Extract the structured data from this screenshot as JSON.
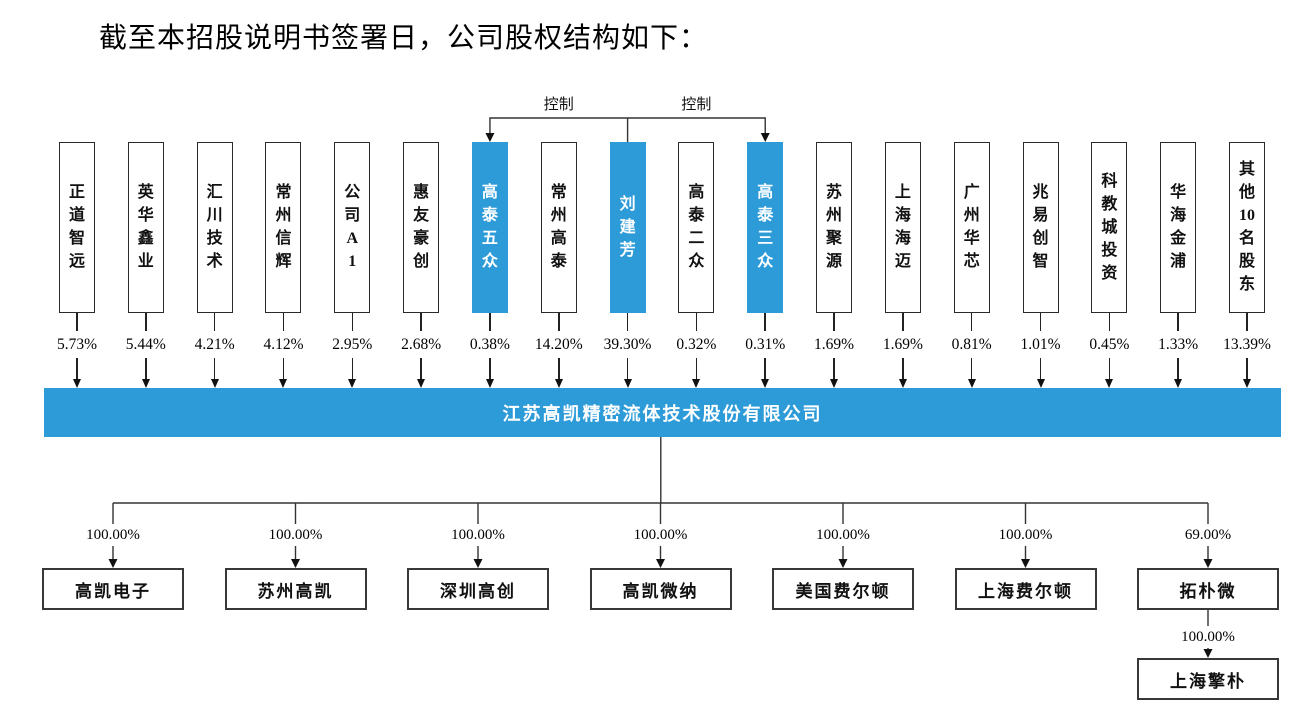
{
  "title": "截至本招股说明书签署日，公司股权结构如下：",
  "control": {
    "label": "控制"
  },
  "company": {
    "name": "江苏高凯精密流体技术股份有限公司"
  },
  "colors": {
    "highlight": "#2E9BD9",
    "line": "#333333"
  },
  "shareholders": [
    {
      "name": "正道智远",
      "lines": [
        "正",
        "道",
        "智",
        "远"
      ],
      "pct": "5.73%",
      "highlighted": false
    },
    {
      "name": "英华鑫业",
      "lines": [
        "英",
        "华",
        "鑫",
        "业"
      ],
      "pct": "5.44%",
      "highlighted": false
    },
    {
      "name": "汇川技术",
      "lines": [
        "汇",
        "川",
        "技",
        "术"
      ],
      "pct": "4.21%",
      "highlighted": false
    },
    {
      "name": "常州信辉",
      "lines": [
        "常",
        "州",
        "信",
        "辉"
      ],
      "pct": "4.12%",
      "highlighted": false
    },
    {
      "name": "公司A1",
      "lines": [
        "公",
        "司",
        "A",
        "1"
      ],
      "pct": "2.95%",
      "highlighted": false
    },
    {
      "name": "惠友豪创",
      "lines": [
        "惠",
        "友",
        "豪",
        "创"
      ],
      "pct": "2.68%",
      "highlighted": false
    },
    {
      "name": "高泰五众",
      "lines": [
        "高",
        "泰",
        "五",
        "众"
      ],
      "pct": "0.38%",
      "highlighted": true
    },
    {
      "name": "常州高泰",
      "lines": [
        "常",
        "州",
        "高",
        "泰"
      ],
      "pct": "14.20%",
      "highlighted": false
    },
    {
      "name": "刘建芳",
      "lines": [
        "刘",
        "建",
        "芳"
      ],
      "pct": "39.30%",
      "highlighted": true
    },
    {
      "name": "高泰二众",
      "lines": [
        "高",
        "泰",
        "二",
        "众"
      ],
      "pct": "0.32%",
      "highlighted": false
    },
    {
      "name": "高泰三众",
      "lines": [
        "高",
        "泰",
        "三",
        "众"
      ],
      "pct": "0.31%",
      "highlighted": true
    },
    {
      "name": "苏州聚源",
      "lines": [
        "苏",
        "州",
        "聚",
        "源"
      ],
      "pct": "1.69%",
      "highlighted": false
    },
    {
      "name": "上海海迈",
      "lines": [
        "上",
        "海",
        "海",
        "迈"
      ],
      "pct": "1.69%",
      "highlighted": false
    },
    {
      "name": "广州华芯",
      "lines": [
        "广",
        "州",
        "华",
        "芯"
      ],
      "pct": "0.81%",
      "highlighted": false
    },
    {
      "name": "兆易创智",
      "lines": [
        "兆",
        "易",
        "创",
        "智"
      ],
      "pct": "1.01%",
      "highlighted": false
    },
    {
      "name": "科教城投资",
      "lines": [
        "科",
        "教",
        "城",
        "投",
        "资"
      ],
      "pct": "0.45%",
      "highlighted": false
    },
    {
      "name": "华海金浦",
      "lines": [
        "华",
        "海",
        "金",
        "浦"
      ],
      "pct": "1.33%",
      "highlighted": false
    },
    {
      "name": "其他10名股东",
      "lines": [
        "其",
        "他",
        "10",
        "名",
        "股",
        "东"
      ],
      "pct": "13.39%",
      "highlighted": false
    }
  ],
  "subsidiaries": [
    {
      "name": "高凯电子",
      "pct": "100.00%"
    },
    {
      "name": "苏州高凯",
      "pct": "100.00%"
    },
    {
      "name": "深圳高创",
      "pct": "100.00%"
    },
    {
      "name": "高凯微纳",
      "pct": "100.00%"
    },
    {
      "name": "美国费尔顿",
      "pct": "100.00%"
    },
    {
      "name": "上海费尔顿",
      "pct": "100.00%"
    },
    {
      "name": "拓朴微",
      "pct": "69.00%",
      "child": {
        "name": "上海擎朴",
        "pct": "100.00%"
      }
    }
  ]
}
